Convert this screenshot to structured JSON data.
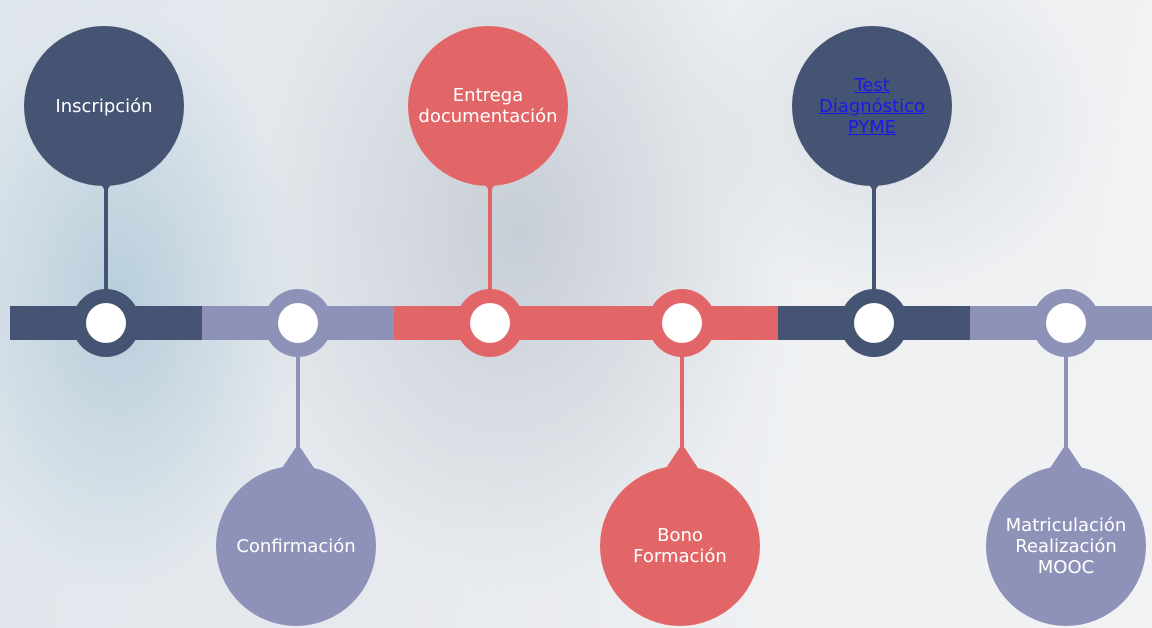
{
  "colors": {
    "navy": "#455473",
    "lavender": "#8e92b9",
    "coral": "#e26667",
    "link": "#1a1ae6"
  },
  "milestones": [
    {
      "id": "inscripcion",
      "lines": [
        "Inscripción"
      ],
      "position": "top",
      "color": "navy",
      "link": false
    },
    {
      "id": "confirmacion",
      "lines": [
        "Confirmación"
      ],
      "position": "bottom",
      "color": "lavender",
      "link": false
    },
    {
      "id": "entrega",
      "lines": [
        "Entrega",
        "documentación"
      ],
      "position": "top",
      "color": "coral",
      "link": false
    },
    {
      "id": "bono",
      "lines": [
        "Bono",
        "Formación"
      ],
      "position": "bottom",
      "color": "coral",
      "link": false
    },
    {
      "id": "test",
      "lines": [
        "Test",
        "Diagnóstico",
        "PYME"
      ],
      "position": "top",
      "color": "navy",
      "link": true
    },
    {
      "id": "matriculacion",
      "lines": [
        "Matriculación",
        "Realización",
        "MOOC"
      ],
      "position": "bottom",
      "color": "lavender",
      "link": false
    }
  ]
}
